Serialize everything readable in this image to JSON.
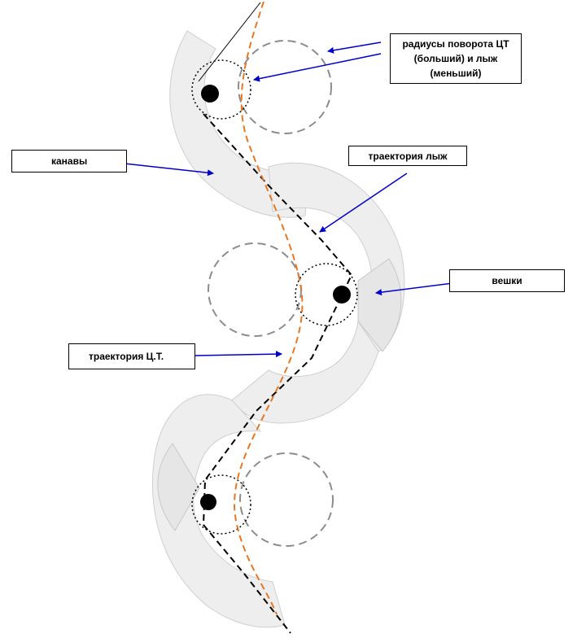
{
  "labels": {
    "radii": [
      "радиусы поворота ЦТ",
      "(больший) и лыж",
      "(меньший)"
    ],
    "ditches": "канавы",
    "ski_trajectory": "траектория лыж",
    "gates": "вешки",
    "cg_trajectory": "траектория Ц.Т."
  },
  "colors": {
    "arrow": "#0000cc",
    "cg_path": "#e87722",
    "ski_path": "#000000",
    "mogul_fill": "#eeeeee",
    "mogul_stroke": "#cfcfcf",
    "large_circle": "#8c8c8c",
    "gate": "#000000"
  }
}
